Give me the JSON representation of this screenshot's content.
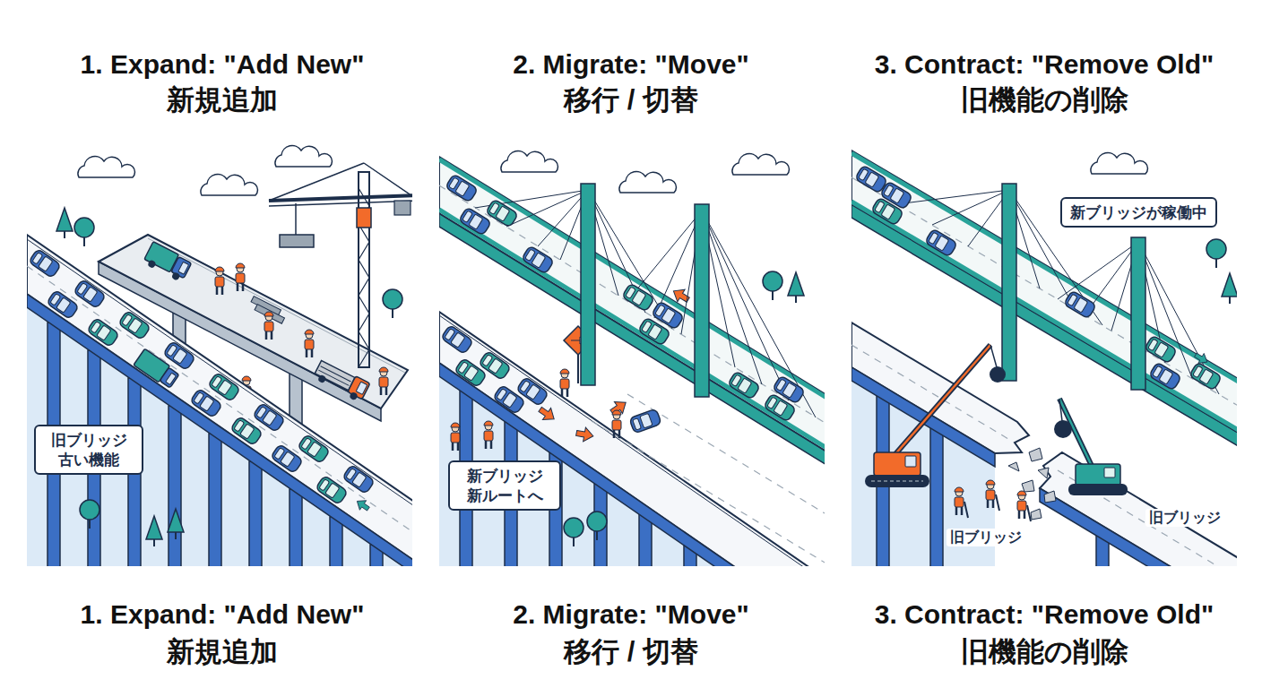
{
  "diagram": {
    "nodes": [
      {
        "text": [
          "旧ブリッジ 古い機能"
        ]
      },
      {
        "text": [
          "新ブリッジ 新ルートへ"
        ]
      },
      {
        "text": [
          "新ブリッジが稼働中"
        ]
      }
    ],
    "labels": [
      "1. Expand: \"Add New\"",
      "新規追加",
      "2. Migrate: \"Move\"",
      "移行 / 切替",
      "3. Contract: \"Remove Old\"",
      "旧機能の削除",
      "旧ブリッジ",
      "旧ブリッジ",
      "1. Expand: \"Add New\"",
      "新規追加",
      "2. Migrate: \"Move\"",
      "移行 / 切替",
      "3. Contract: \"Remove Old\"",
      "旧機能の削除"
    ]
  }
}
